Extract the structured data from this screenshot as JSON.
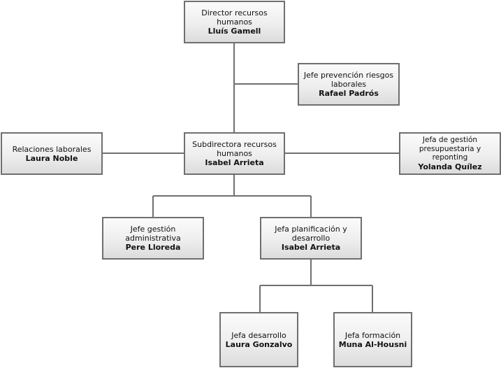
{
  "org_chart": {
    "nodes": {
      "director": {
        "role": "Director recursos humanos",
        "name": "Lluís Gamell"
      },
      "prevencion": {
        "role": "Jefe prevención riesgos laborales",
        "name": "Rafael Padrós"
      },
      "subdirectora": {
        "role": "Subdirectora recursos humanos",
        "name": "Isabel Arrieta"
      },
      "relaciones": {
        "role": "Relaciones laborales",
        "name": "Laura Noble"
      },
      "presupuestaria": {
        "role": "Jefa de gestión presupuestaria y reponting",
        "name": "Yolanda Quílez"
      },
      "gestion_admin": {
        "role": "Jefe gestión administrativa",
        "name": "Pere Lloreda"
      },
      "planificacion": {
        "role": "Jefa planificación y desarrollo",
        "name": "Isabel Arrieta"
      },
      "desarrollo": {
        "role": "Jefa desarrollo",
        "name": "Laura Gonzalvo"
      },
      "formacion": {
        "role": "Jefa formación",
        "name": "Muna Al-Housni"
      }
    },
    "colors": {
      "line": "#6f6f6f",
      "border": "#6f6f6f",
      "box_top": "#fbfbfb",
      "box_bottom": "#dcdcdc",
      "text": "#111111"
    }
  }
}
